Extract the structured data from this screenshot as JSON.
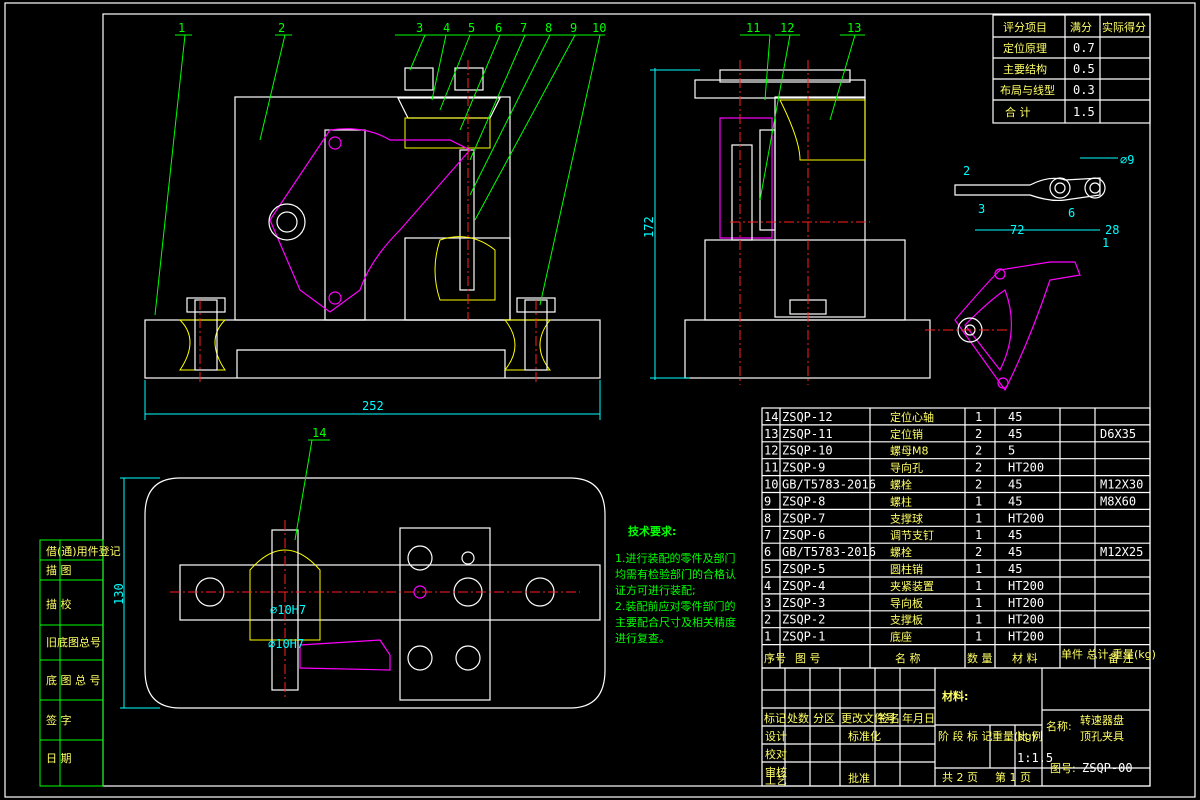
{
  "score_table": {
    "headers": [
      "评分项目",
      "满分",
      "实际得分"
    ],
    "rows": [
      {
        "item": "定位原理",
        "full": "0.7"
      },
      {
        "item": "主要结构",
        "full": "0.5"
      },
      {
        "item": "布局与线型",
        "full": "0.3"
      },
      {
        "item": "合    计",
        "full": "1.5"
      }
    ]
  },
  "balloons": {
    "front": [
      "1",
      "2",
      "3",
      "4",
      "5",
      "6",
      "7",
      "8",
      "9",
      "10"
    ],
    "side": [
      "11",
      "12",
      "13"
    ],
    "top": [
      "14"
    ]
  },
  "dimensions": {
    "width_front": "252",
    "height_side": "172",
    "height_top": "130",
    "hole_a": "⌀10H7",
    "hole_b": "⌀10H7",
    "detail_72": "72",
    "detail_28": "28",
    "detail_phi9": "⌀9",
    "detail_3": "3",
    "detail_2": "2",
    "detail_6": "6",
    "detail_1": "1"
  },
  "tech_req": {
    "title": "技术要求:",
    "lines": [
      "1.进行装配的零件及部门",
      "均需有检验部门的合格认",
      "证方可进行装配;",
      "2.装配前应对零件部门的",
      "主要配合尺寸及相关精度",
      "进行复查。"
    ]
  },
  "bom": [
    {
      "no": "14",
      "code": "ZSQP-12",
      "name": "定位心轴",
      "qty": "1",
      "mat": "45",
      "note": ""
    },
    {
      "no": "13",
      "code": "ZSQP-11",
      "name": "定位销",
      "qty": "2",
      "mat": "45",
      "note": "D6X35"
    },
    {
      "no": "12",
      "code": "ZSQP-10",
      "name": "螺母M8",
      "qty": "2",
      "mat": "5",
      "note": ""
    },
    {
      "no": "11",
      "code": "ZSQP-9",
      "name": "导向孔",
      "qty": "2",
      "mat": "HT200",
      "note": ""
    },
    {
      "no": "10",
      "code": "GB/T5783-2016",
      "name": "螺栓",
      "qty": "2",
      "mat": "45",
      "note": "M12X30"
    },
    {
      "no": "9",
      "code": "ZSQP-8",
      "name": "螺柱",
      "qty": "1",
      "mat": "45",
      "note": "M8X60"
    },
    {
      "no": "8",
      "code": "ZSQP-7",
      "name": "支撑球",
      "qty": "1",
      "mat": "HT200",
      "note": ""
    },
    {
      "no": "7",
      "code": "ZSQP-6",
      "name": "调节支钉",
      "qty": "1",
      "mat": "45",
      "note": ""
    },
    {
      "no": "6",
      "code": "GB/T5783-2016",
      "name": "螺栓",
      "qty": "2",
      "mat": "45",
      "note": "M12X25"
    },
    {
      "no": "5",
      "code": "ZSQP-5",
      "name": "圆柱销",
      "qty": "1",
      "mat": "45",
      "note": ""
    },
    {
      "no": "4",
      "code": "ZSQP-4",
      "name": "夹紧装置",
      "qty": "1",
      "mat": "HT200",
      "note": ""
    },
    {
      "no": "3",
      "code": "ZSQP-3",
      "name": "导向板",
      "qty": "1",
      "mat": "HT200",
      "note": ""
    },
    {
      "no": "2",
      "code": "ZSQP-2",
      "name": "支撑板",
      "qty": "1",
      "mat": "HT200",
      "note": ""
    },
    {
      "no": "1",
      "code": "ZSQP-1",
      "name": "底座",
      "qty": "1",
      "mat": "HT200",
      "note": ""
    }
  ],
  "bom_header": {
    "no": "序号",
    "code": "图   号",
    "name": "名   称",
    "qty": "数 量",
    "mat": "材  料",
    "weight": "单件 总计 重量(kg)",
    "note": "备  注"
  },
  "title_block": {
    "material_label": "材料:",
    "name_label": "名称:",
    "name_line1": "转速器盘",
    "name_line2": "顶孔夹具",
    "scale": "1:1.5",
    "sheets_total": "共 2 页",
    "sheet_no": "第 1 页",
    "drawing_no_label": "图号:",
    "drawing_no": "ZSQP-00",
    "rev_cols": [
      "标记",
      "处数",
      "分区",
      "更改文件号",
      "签名",
      "年月日"
    ],
    "roles": [
      "设计",
      "校对",
      "审核",
      "工艺"
    ],
    "std_label": "标准化",
    "approve_label": "批准",
    "stage_labels": [
      "阶 段 标 记",
      "重量(kg)",
      "比 例"
    ]
  },
  "side_strip": [
    "借(通)用件登记",
    "描  图",
    "描  校",
    "旧底图总号",
    "底 图 总 号",
    "签  字",
    "日  期"
  ]
}
